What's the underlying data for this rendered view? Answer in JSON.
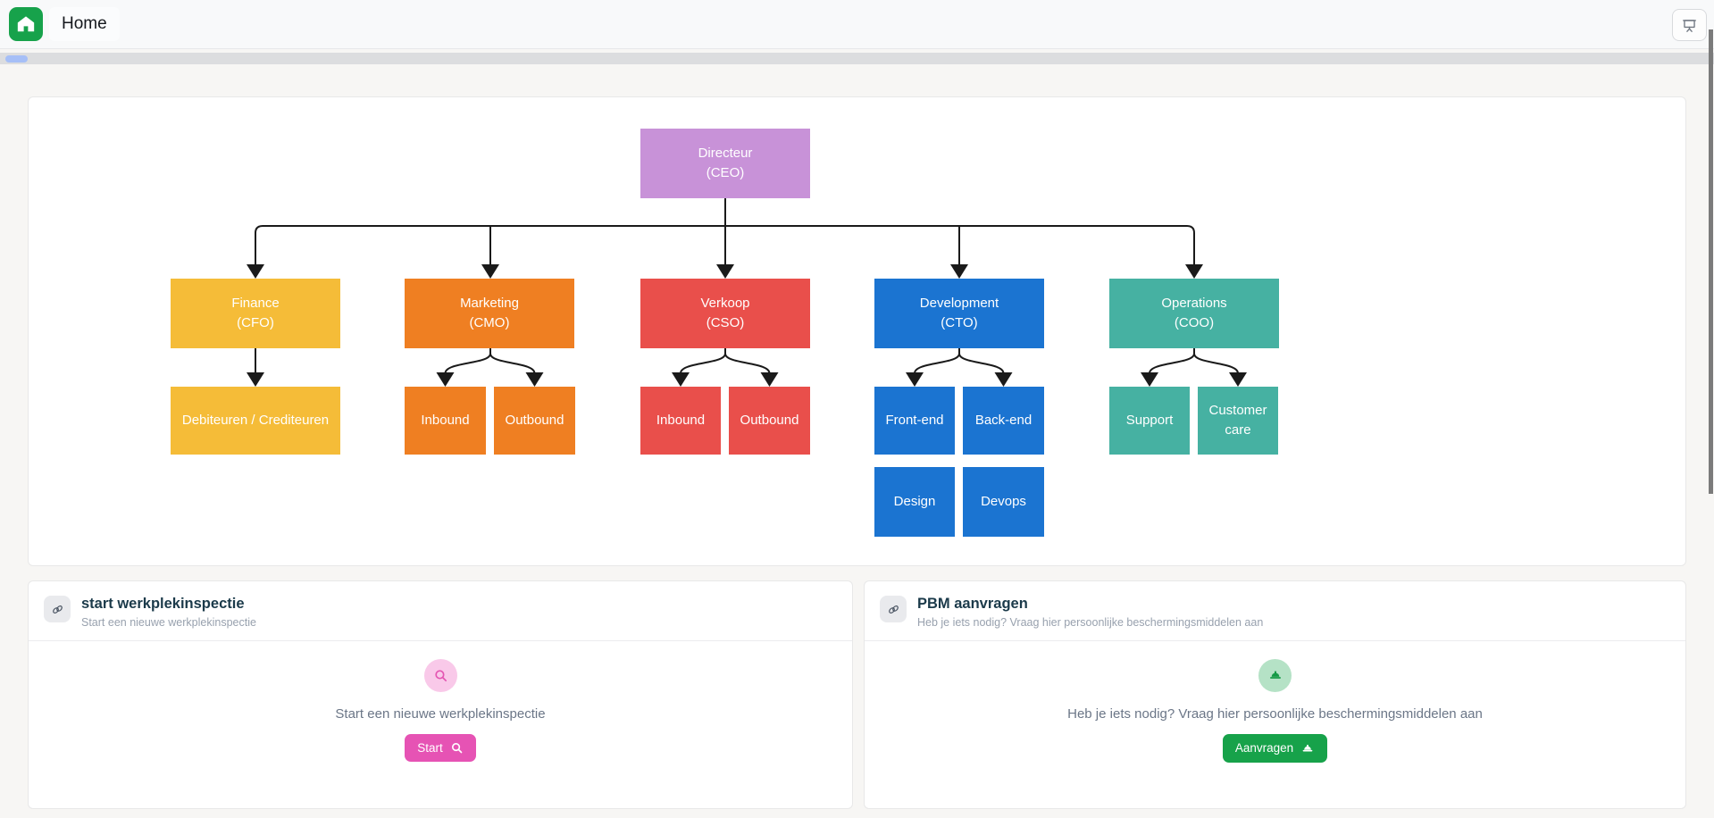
{
  "topbar": {
    "home_label": "Home",
    "home_icon": "house",
    "right_icon": "presentation-easel"
  },
  "scrollbars": {
    "horizontal_thumb_color": "#a6bff7",
    "vertical_thumb_color": "#7b7b7b"
  },
  "org_chart": {
    "nodes": [
      {
        "id": "ceo",
        "label": "Directeur\n(CEO)",
        "color": "#c892d8"
      },
      {
        "id": "finance",
        "label": "Finance\n(CFO)",
        "color": "#f5bc38"
      },
      {
        "id": "marketing",
        "label": "Marketing\n(CMO)",
        "color": "#ef7f22"
      },
      {
        "id": "verkoop",
        "label": "Verkoop\n(CSO)",
        "color": "#e94f4b"
      },
      {
        "id": "development",
        "label": "Development\n(CTO)",
        "color": "#1b74d1"
      },
      {
        "id": "operations",
        "label": "Operations\n(COO)",
        "color": "#46b1a2"
      },
      {
        "id": "debiteuren",
        "label": "Debiteuren / Crediteuren",
        "color": "#f5bc38"
      },
      {
        "id": "mkt-inbound",
        "label": "Inbound",
        "color": "#ef7f22"
      },
      {
        "id": "mkt-outbound",
        "label": "Outbound",
        "color": "#ef7f22"
      },
      {
        "id": "ver-inbound",
        "label": "Inbound",
        "color": "#e94f4b"
      },
      {
        "id": "ver-outbound",
        "label": "Outbound",
        "color": "#e94f4b"
      },
      {
        "id": "front-end",
        "label": "Front-end",
        "color": "#1b74d1"
      },
      {
        "id": "back-end",
        "label": "Back-end",
        "color": "#1b74d1"
      },
      {
        "id": "support",
        "label": "Support",
        "color": "#46b1a2"
      },
      {
        "id": "customer-care",
        "label": "Customer care",
        "color": "#46b1a2"
      },
      {
        "id": "design",
        "label": "Design",
        "color": "#1b74d1"
      },
      {
        "id": "devops",
        "label": "Devops",
        "color": "#1b74d1"
      }
    ]
  },
  "cards": [
    {
      "title": "start werkplekinspectie",
      "subtitle": "Start een nieuwe werkplekinspectie",
      "header_icon": "link",
      "body_icon": "magnifier",
      "body_text": "Start een nieuwe werkplekinspectie",
      "button_label": "Start",
      "accent": "#e653b4"
    },
    {
      "title": "PBM aanvragen",
      "subtitle": "Heb je iets nodig? Vraag hier persoonlijke beschermingsmiddelen aan",
      "header_icon": "link",
      "body_icon": "hard-hat",
      "body_text": "Heb je iets nodig? Vraag hier persoonlijke beschermingsmiddelen aan",
      "button_label": "Aanvragen",
      "accent": "#17a24a"
    }
  ]
}
